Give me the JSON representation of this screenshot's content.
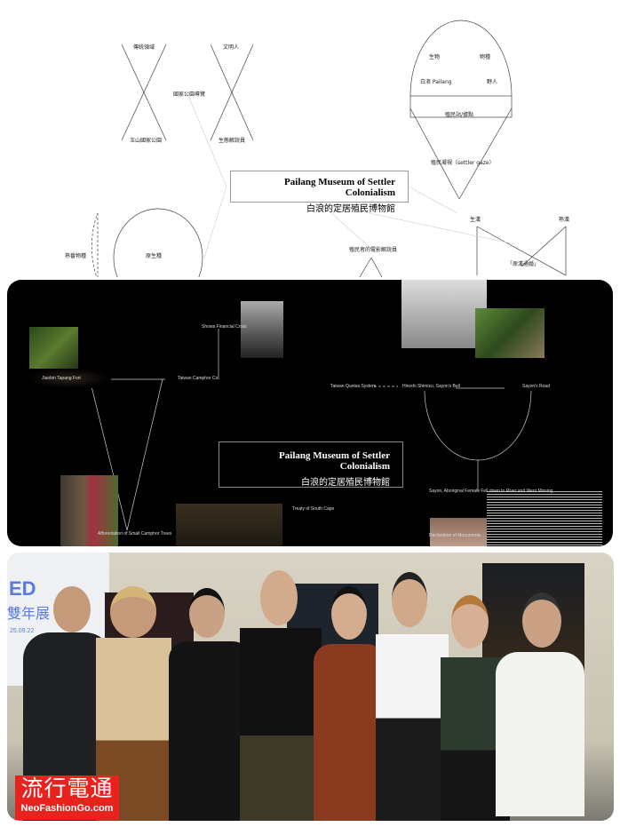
{
  "top_diagram": {
    "title_en": "Pailang Museum of Settler Colonialism",
    "title_zh": "白浪的定居殖民博物館",
    "labels": {
      "sacred": "傳統領域",
      "civilized": "文明人",
      "park_guide": "國家公園導覽",
      "yushan": "玉山國家公園",
      "eco_guide": "生態解說員",
      "creature": "生物",
      "species": "物種",
      "pailang": "白浪 Pailang",
      "savage": "野人",
      "station": "殖民站/據點",
      "gaze": "殖民凝視（settler gaze）",
      "raw": "生漢",
      "cooked": "熟漢",
      "intermarriage": "「原漢通婚」",
      "film_guide": "殖民者的電影解說員",
      "cooked_species": "熟番物種",
      "native": "原生種"
    }
  },
  "dark_diagram": {
    "title_en": "Pailang Museum of Settler Colonialism",
    "title_zh": "白浪的定居殖民博物館",
    "labels": {
      "showa": "Showa Financial Crisis",
      "fort": "Jiaobin Tapang Fort",
      "camphor": "Taiwan Camphor Co.",
      "afforestation": "Afforestation of Small Camphor Trees",
      "quotas": "Taiwan Quotas System",
      "bell": "Hiroshi Shimizu, Sayon's Bell",
      "road": "Sayon's Road",
      "sayon": "Sayon, Aboriginal Female Fell down to River and Went Missing",
      "monuments": "Declaration of Monuments",
      "treaty": "Treaty of South Cape"
    }
  },
  "photo": {
    "screen_text_1": "ED",
    "screen_text_2": "雙年展",
    "screen_date": "25.09.22"
  },
  "watermark": {
    "zh": "流行電通",
    "en": "NeoFashionGo.com"
  },
  "colors": {
    "panel": "#000000",
    "logo": "#e8221c"
  }
}
